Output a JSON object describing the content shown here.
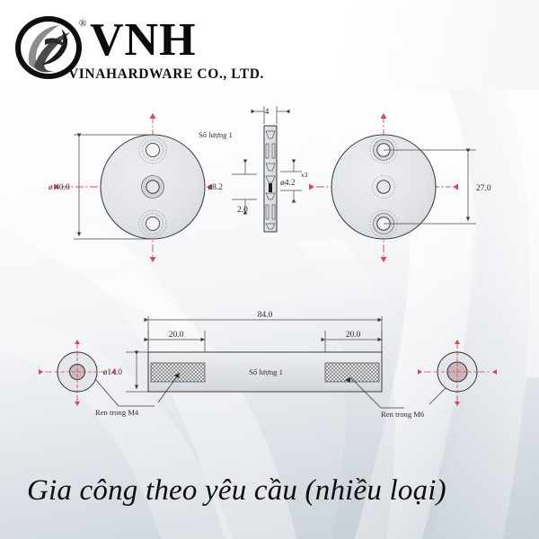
{
  "branding": {
    "logo_icon": "vnh-swirl-logo",
    "name": "VNH",
    "registered_mark": "®",
    "company": "VINAHARDWARE CO., LTD."
  },
  "caption": {
    "text": "Gia công theo yêu cầu (nhiều loại)"
  },
  "drawing": {
    "disc_front_left": {
      "diameter_label": "ø 40.0",
      "quantity_label": "Số lượng 1",
      "center_hole_label": "ø8.2",
      "offset_label": "2.0"
    },
    "disc_side": {
      "thickness_label": "4",
      "hole_label": "ø4.2",
      "hole_count_label": "x3"
    },
    "disc_front_right": {
      "hole_spacing_label": "27.0"
    },
    "rod": {
      "overall_length_label": "84.0",
      "thread_depth_left_label": "20.0",
      "thread_depth_right_label": "20.0",
      "diameter_label": "ø14.0",
      "quantity_label": "Số lượng 1",
      "thread_left_note": "Ren trong M4",
      "thread_right_note": "Ren trong M6"
    }
  },
  "colors": {
    "centerline": "#d9485a",
    "outline": "#3a3a3a",
    "dimension": "#444444",
    "fill_light": "#e3e5e7",
    "background_top": "#ffffff",
    "background_bottom": "#c8d0d8"
  }
}
